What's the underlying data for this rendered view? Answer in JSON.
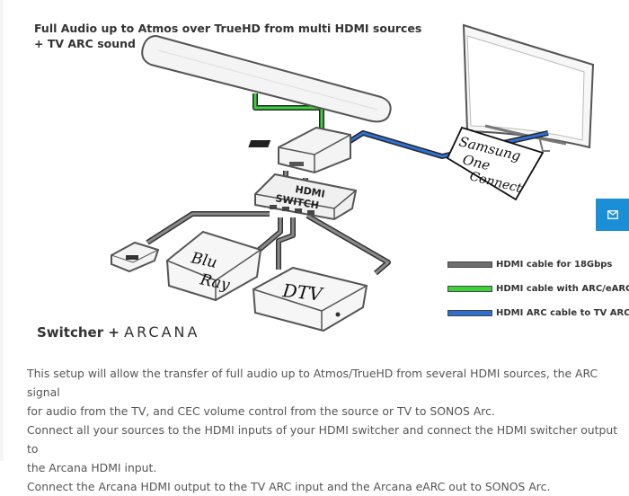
{
  "diagram": {
    "title_lines": [
      "Full Audio up to Atmos over TrueHD from multi HDMI sources",
      "+ TV ARC sound"
    ],
    "devices": {
      "hdmi_switch_label_line1": "HDMI",
      "hdmi_switch_label_line2": "SWITCH"
    },
    "handwritten": {
      "tv_note_line1": "Samsung",
      "tv_note_line2": "One",
      "tv_note_line3": "Connect",
      "bluray_line1": "Blu",
      "bluray_line2": "Ray",
      "dtv": "DTV"
    },
    "switcher_label": "Switcher + ",
    "arcana_logo": "ARCANA",
    "legend": [
      {
        "label": "HDMI cable for 18Gbps",
        "color": "#6e6e6e"
      },
      {
        "label": "HDMI cable with ARC/eARC",
        "color": "#3ad33a"
      },
      {
        "label": "HDMI ARC cable to TV ARC",
        "color": "#2f6fd0"
      }
    ]
  },
  "description": {
    "lines": [
      "This setup will allow the transfer of full audio up to Atmos/TrueHD from several HDMI sources, the ARC signal",
      "for audio from the TV, and CEC volume control from the source or TV to SONOS Arc.",
      "Connect all your sources to the HDMI inputs of your HDMI switcher and connect the HDMI switcher output to",
      "the Arcana HDMI input.",
      "Connect the Arcana HDMI output to the TV ARC input and the Arcana eARC out to SONOS Arc."
    ]
  },
  "colors": {
    "accent_blue": "#1a8fd6",
    "cable_gray": "#6e6e6e",
    "cable_green": "#3ad33a",
    "cable_blue": "#2f6fd0"
  },
  "icons": {
    "mail_tab": "mail-icon"
  }
}
